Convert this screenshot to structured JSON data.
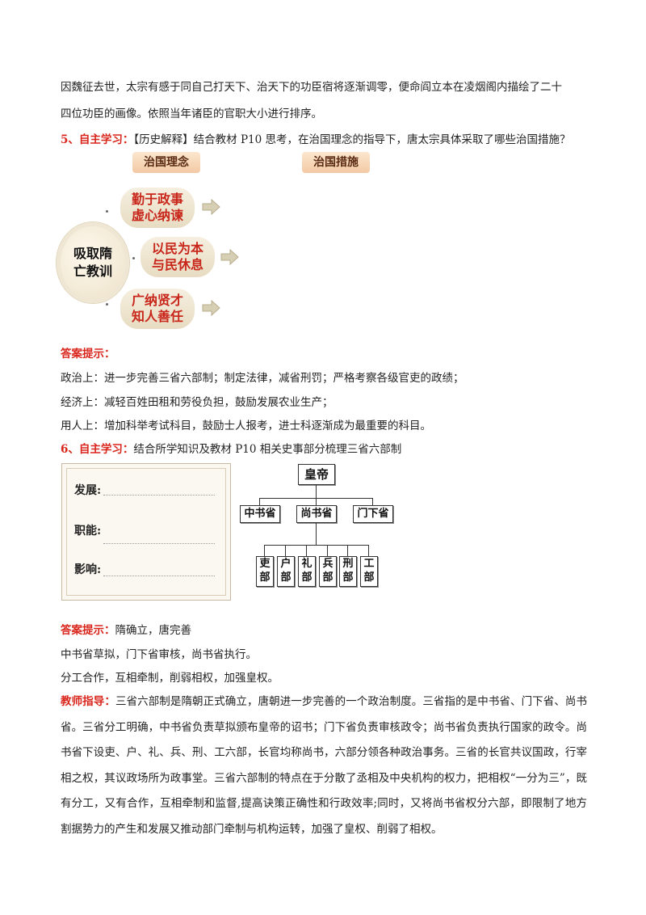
{
  "intro": {
    "line1": "因魏征去世，太宗有感于同自己打天下、治天下的功臣宿将逐渐调零，便命阎立本在凌烟阁内描绘了二十",
    "line2": "四位功臣的画像。依照当年诸臣的官职大小进行排序。"
  },
  "q5": {
    "label": "5、自主学习：",
    "text": "【历史解释】结合教材 P10 思考，在治国理念的指导下，唐太宗具体采取了哪些治国措施？",
    "tag_left": "治国理念",
    "tag_right": "治国措施",
    "core": "吸取隋亡教训",
    "items": [
      "勤于政事虚心纳谏",
      "以民为本与民休息",
      "广纳贤才知人善任"
    ]
  },
  "answer5": {
    "label": "答案提示：",
    "lines": [
      "政治上：进一步完善三省六部制；制定法律，减省刑罚；严格考察各级官吏的政绩；",
      "经济上：减轻百姓田租和劳役负担，鼓励发展农业生产；",
      "用人上：增加科举考试科目，鼓励士人报考，进士科逐渐成为最重要的科目。"
    ]
  },
  "q6": {
    "label": "6、自主学习：",
    "text": "结合所学知识及教材 P10 相关史事部分梳理三省六部制",
    "frame_labels": [
      "发展:",
      "职能:",
      "影响:"
    ],
    "org": {
      "emperor": "皇帝",
      "provinces": [
        "中书省",
        "尚书省",
        "门下省"
      ],
      "ministries": [
        "吏部",
        "户部",
        "礼部",
        "兵部",
        "刑部",
        "工部"
      ]
    }
  },
  "answer6": {
    "label": "答案提示：",
    "first": "隋确立，唐完善",
    "lines": [
      "中书省草拟，门下省审核，尚书省执行。",
      "分工合作，互相牵制，削弱相权，加强皇权。"
    ]
  },
  "teacher": {
    "label": "教师指导：",
    "text": "三省六部制是隋朝正式确立，唐朝进一步完善的一个政治制度。三省指的是中书省、门下省、尚书省。三省分工明确，中书省负责草拟颁布皇帝的诏书；门下省负责审核政令；尚书省负责执行国家的政令。尚书省下设吏、户、礼、兵、刑、工六部，长官均称尚书，六部分领各种政治事务。三省的长官共议国政，行宰相之权，其议政场所为政事堂。三省六部制的特点在于分散了丞相及中央机构的权力，把相权“一分为三”，既有分工，又有合作，互相牵制和监督,提高诀策正确性和行政效率;同时，又将尚书省权分六部，即限制了地方割据势力的产生和发展又推动部门牵制与机构运转，加强了皇权、削弱了相权。"
  }
}
